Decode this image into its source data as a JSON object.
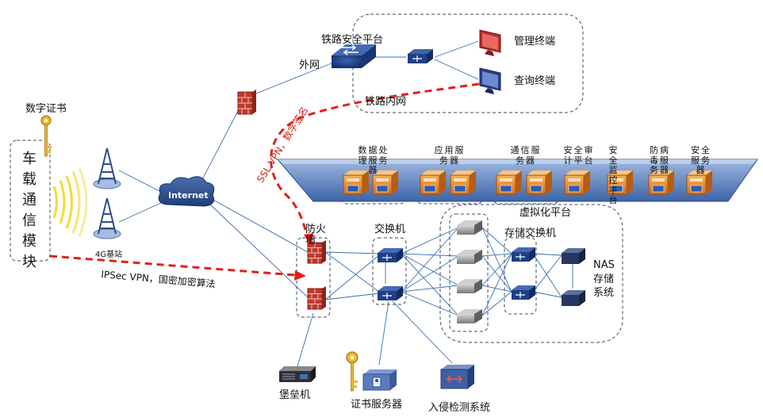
{
  "labels": {
    "digital_cert": "数字证书",
    "vehicle_module": "车载通信模块",
    "base_station": "4G基站",
    "ipsec": "IPSec VPN，国密加密算法",
    "internet": "Internet",
    "railway_platform": "铁路安全平台",
    "outer_net": "外网",
    "inner_net": "铁路内网",
    "mgmt_terminal": "管理终端",
    "query_terminal": "查询终端",
    "ssl_vpn": "SSL VPN，数字签名",
    "firewall": "防火墙",
    "switch": "交换机",
    "virtual_platform": "虚拟化平台",
    "storage_switch": "存储交换机",
    "nas": "NAS存储系统",
    "bastion": "堡垒机",
    "cert_server": "证书服务器",
    "ids": "入侵检测系统"
  },
  "servers": [
    {
      "label": "数据处理服务器"
    },
    {
      "label": "应用服务器"
    },
    {
      "label": "通信服务器"
    },
    {
      "label": "安全审计平台"
    },
    {
      "label": "安全监控平台"
    },
    {
      "label": "防病毒服务器"
    },
    {
      "label": "安全服务器"
    }
  ],
  "colors": {
    "line_blue": "#3a6fb0",
    "dashed_red": "#e0201a",
    "banner_blue": "#4f79b8",
    "server_orange": "#e98a2a",
    "firewall_red": "#c0392b",
    "switch_navy": "#1f3f86",
    "cloud_navy": "#2c4f8c"
  },
  "icons": [
    "key-icon",
    "tower-icon",
    "cloud-icon",
    "firewall-icon",
    "router-icon",
    "monitor-icon",
    "server-icon",
    "switch-icon",
    "storage-icon",
    "bastion-icon",
    "ids-icon",
    "signal-waves-icon"
  ]
}
